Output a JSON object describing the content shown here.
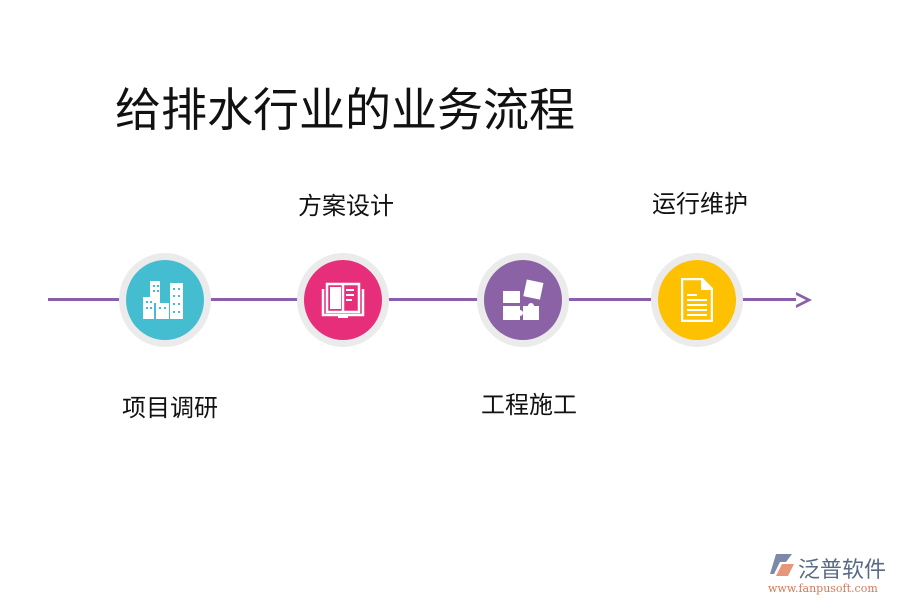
{
  "title": "给排水行业的业务流程",
  "steps": [
    {
      "label": "项目调研",
      "color": "#45bdd0",
      "icon": "buildings-icon"
    },
    {
      "label": "方案设计",
      "color": "#e62e7a",
      "icon": "book-icon"
    },
    {
      "label": "工程施工",
      "color": "#8b62a5",
      "icon": "puzzle-icon"
    },
    {
      "label": "运行维护",
      "color": "#fdc101",
      "icon": "document-icon"
    }
  ],
  "line_color": "#8a5ea8",
  "watermark": {
    "name": "泛普软件",
    "url": "www.fanpusoft.com"
  }
}
